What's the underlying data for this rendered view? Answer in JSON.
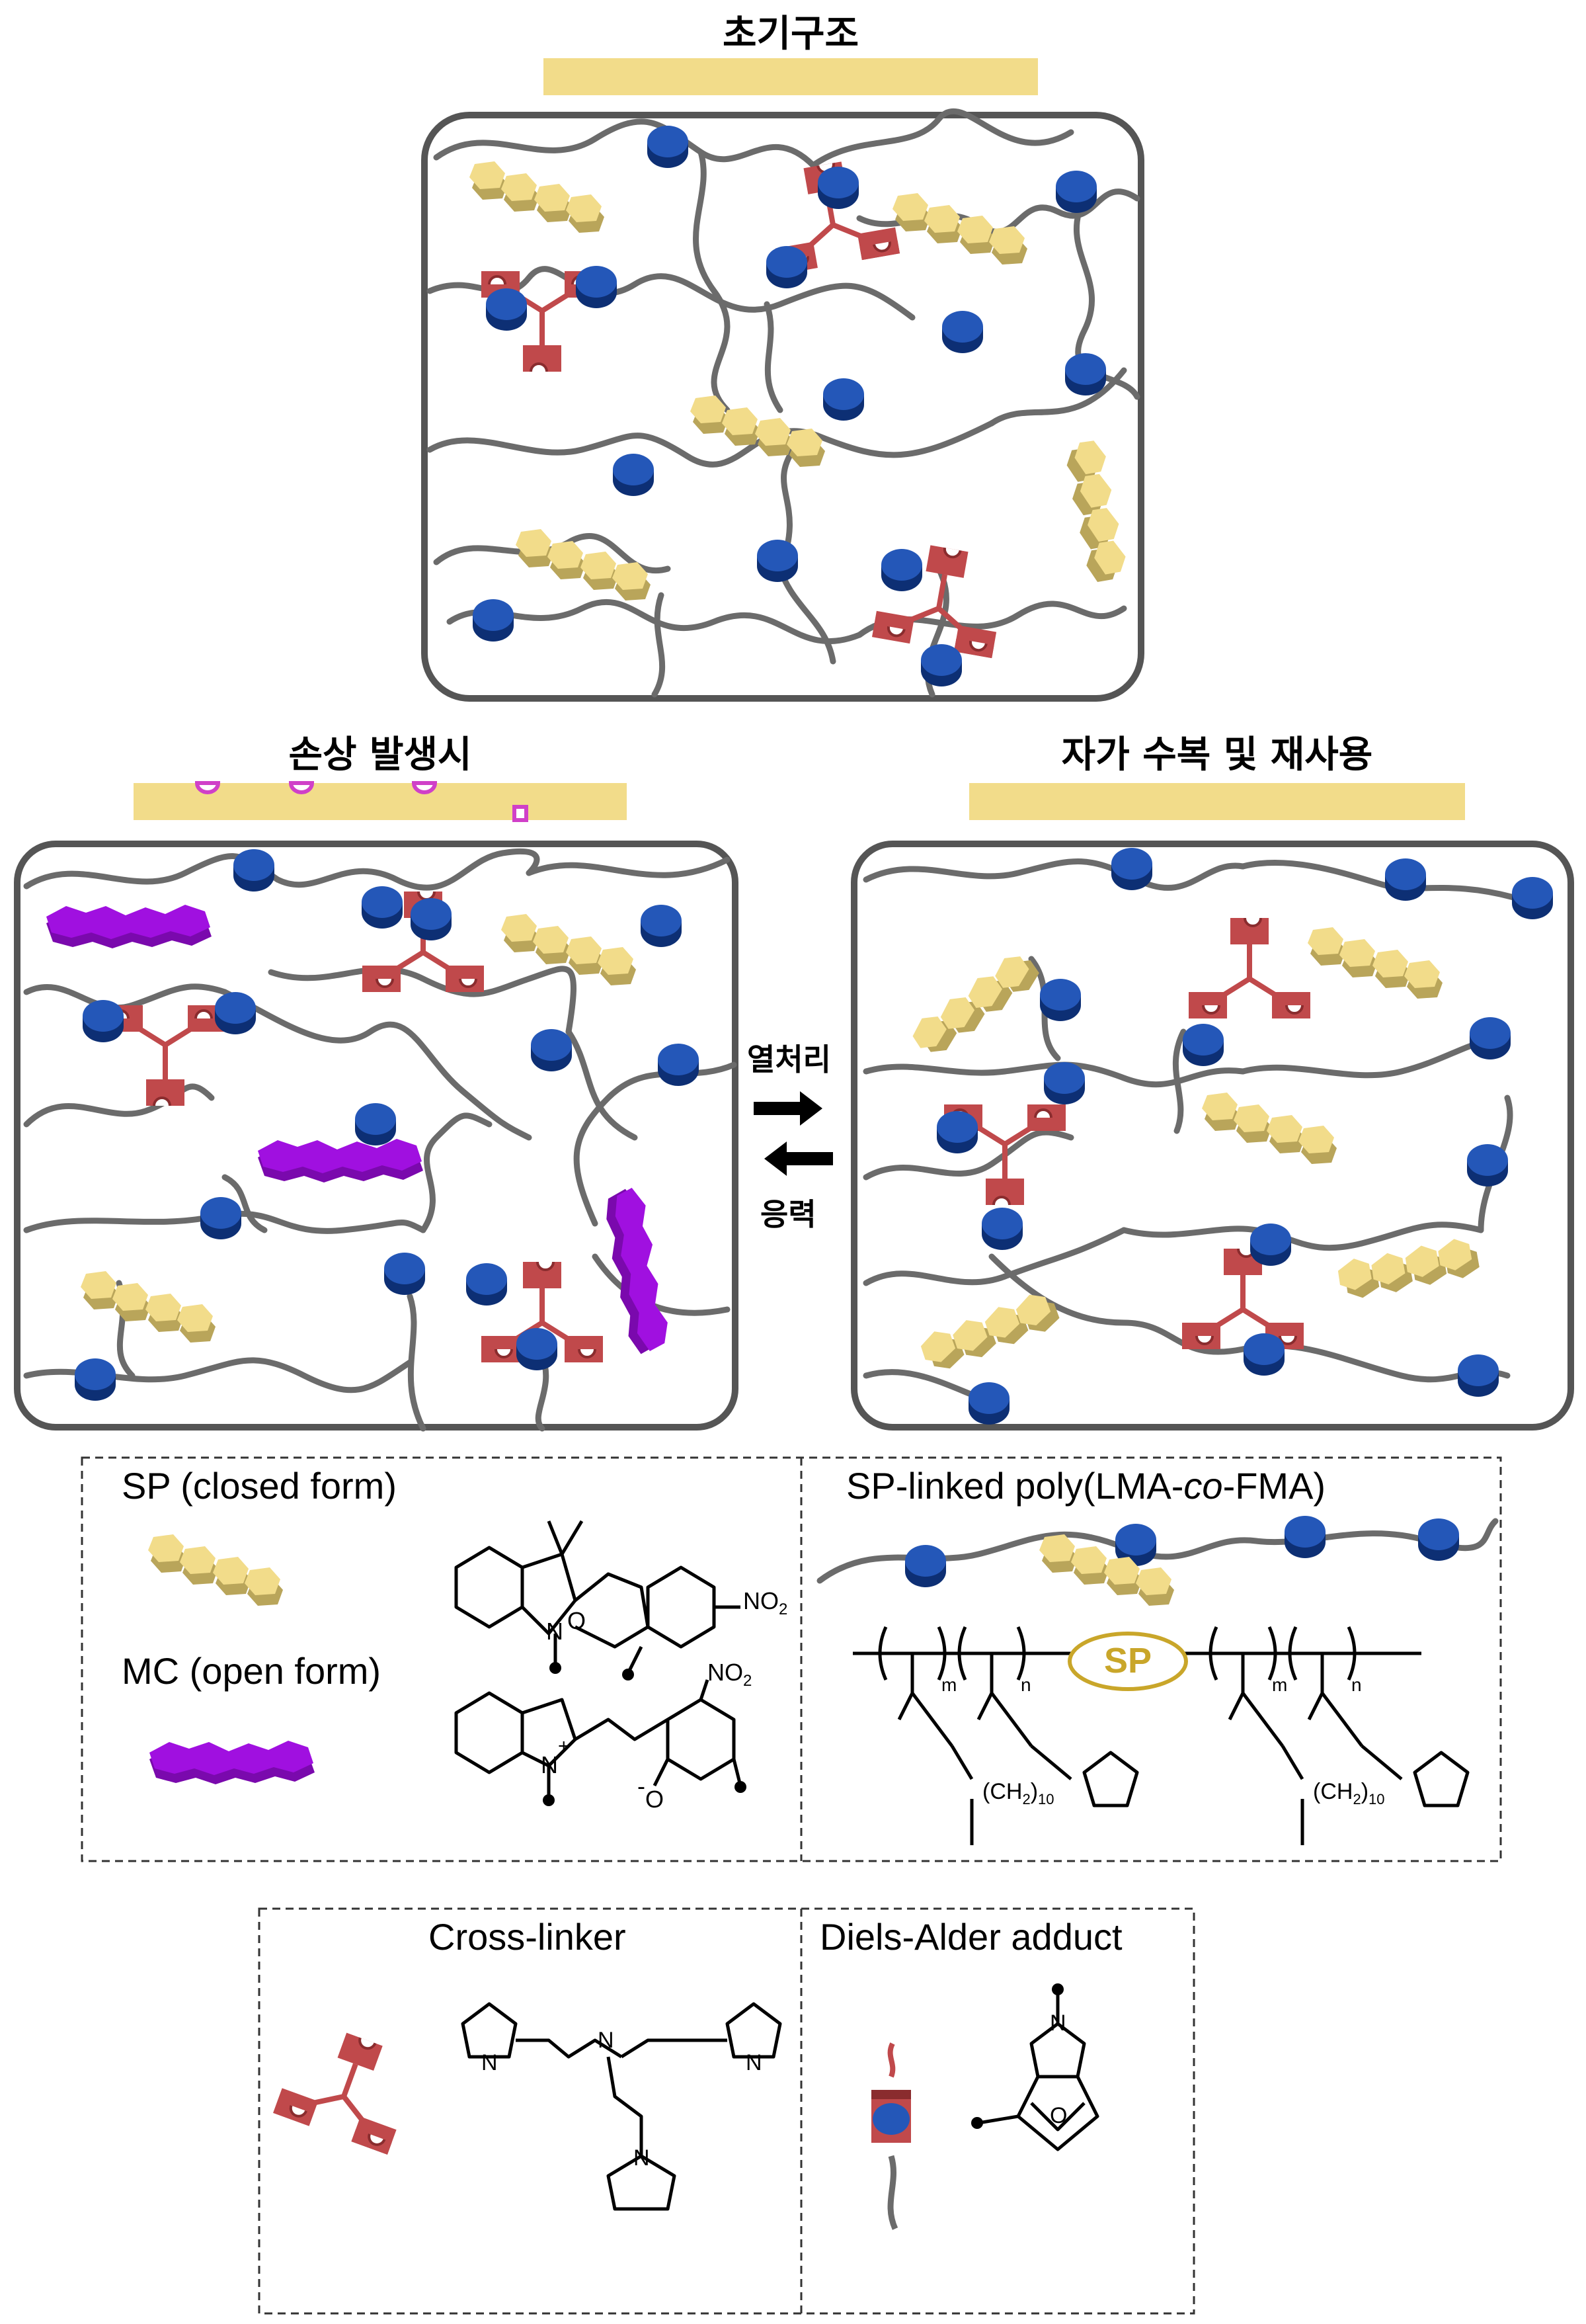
{
  "titles": {
    "initial": "초기구조",
    "damaged": "손상 발생시",
    "healed": "자가 수복 및 재사용"
  },
  "arrows": {
    "forward": "열처리",
    "backward": "응력"
  },
  "legend": {
    "sp_closed": "SP (closed form)",
    "mc_open": "MC (open form)",
    "polymer_prefix": "SP-linked poly(LMA-",
    "polymer_co": "co",
    "polymer_suffix": "-FMA)",
    "sp_badge": "SP",
    "nitro": "NO",
    "nitro_sub": "2",
    "ch2_label": "(CH",
    "ch2_sub": "2",
    "ch2_close": ")",
    "ch2_count": "10",
    "sub_m": "m",
    "sub_n": "n",
    "n_atom": "N",
    "o_atom": "O",
    "plus": "+",
    "minus": "-",
    "cross_linker": "Cross-linker",
    "diels_alder": "Diels-Alder adduct"
  },
  "colors": {
    "chain": "#6b6b6b",
    "frame": "#555555",
    "sp_yellow": "#f2dc8a",
    "mc_purple": "#a010e0",
    "crosslinker_red": "#c0494b",
    "furan_blue": "#1f4ea8",
    "badge_gold": "#c9a62a"
  }
}
